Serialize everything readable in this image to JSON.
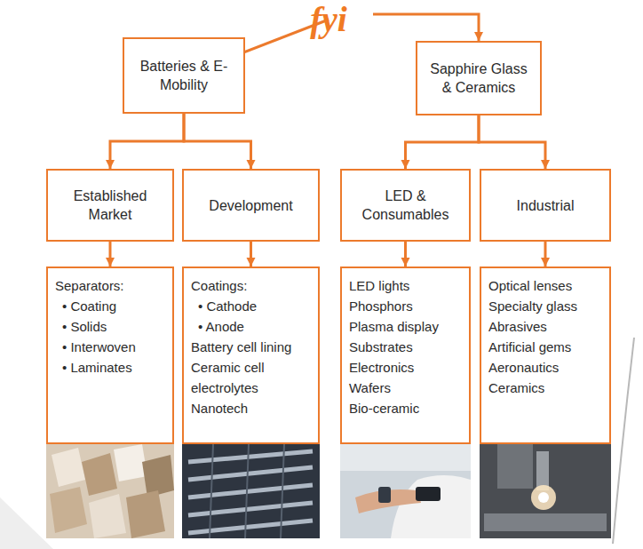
{
  "diagram": {
    "nodes": [
      {
        "text": [
          "fyi"
        ]
      },
      {
        "text": [
          "Batteries & E-Mobility"
        ]
      },
      {
        "text": [
          "Sapphire Glass & Ceramics"
        ]
      },
      {
        "text": [
          "Established Market"
        ]
      },
      {
        "text": [
          "Development"
        ]
      },
      {
        "text": [
          "LED & Consumables"
        ]
      },
      {
        "text": [
          "Industrial"
        ]
      },
      {
        "text": [
          "Separators:",
          "• Coating",
          "• Solids",
          "• Interwoven",
          "• Laminates"
        ]
      },
      {
        "text": [
          "Coatings:",
          "• Cathode",
          "• Anode",
          "Battery cell lining",
          "Ceramic cell electrolytes",
          "Nanotech"
        ]
      },
      {
        "text": [
          "LED lights",
          "Phosphors",
          "Plasma display",
          "Substrates",
          "Electronics",
          "Wafers",
          "Bio-ceramic"
        ]
      },
      {
        "text": [
          "Optical lenses",
          "Specialty glass",
          "Abrasives",
          "Artificial gems",
          "Aeronautics",
          "Ceramics"
        ]
      }
    ],
    "edges": [
      {
        "from": 0,
        "to": 1,
        "arrow": "to"
      },
      {
        "from": 0,
        "to": 2,
        "arrow": "to"
      },
      {
        "from": 1,
        "to": 3,
        "arrow": "to"
      },
      {
        "from": 1,
        "to": 4,
        "arrow": "to"
      },
      {
        "from": 2,
        "to": 5,
        "arrow": "to"
      },
      {
        "from": 2,
        "to": 6,
        "arrow": "to"
      },
      {
        "from": 3,
        "to": 7,
        "arrow": "to"
      },
      {
        "from": 4,
        "to": 8,
        "arrow": "to"
      },
      {
        "from": 5,
        "to": 9,
        "arrow": "to"
      },
      {
        "from": 6,
        "to": 10,
        "arrow": "to"
      }
    ]
  }
}
